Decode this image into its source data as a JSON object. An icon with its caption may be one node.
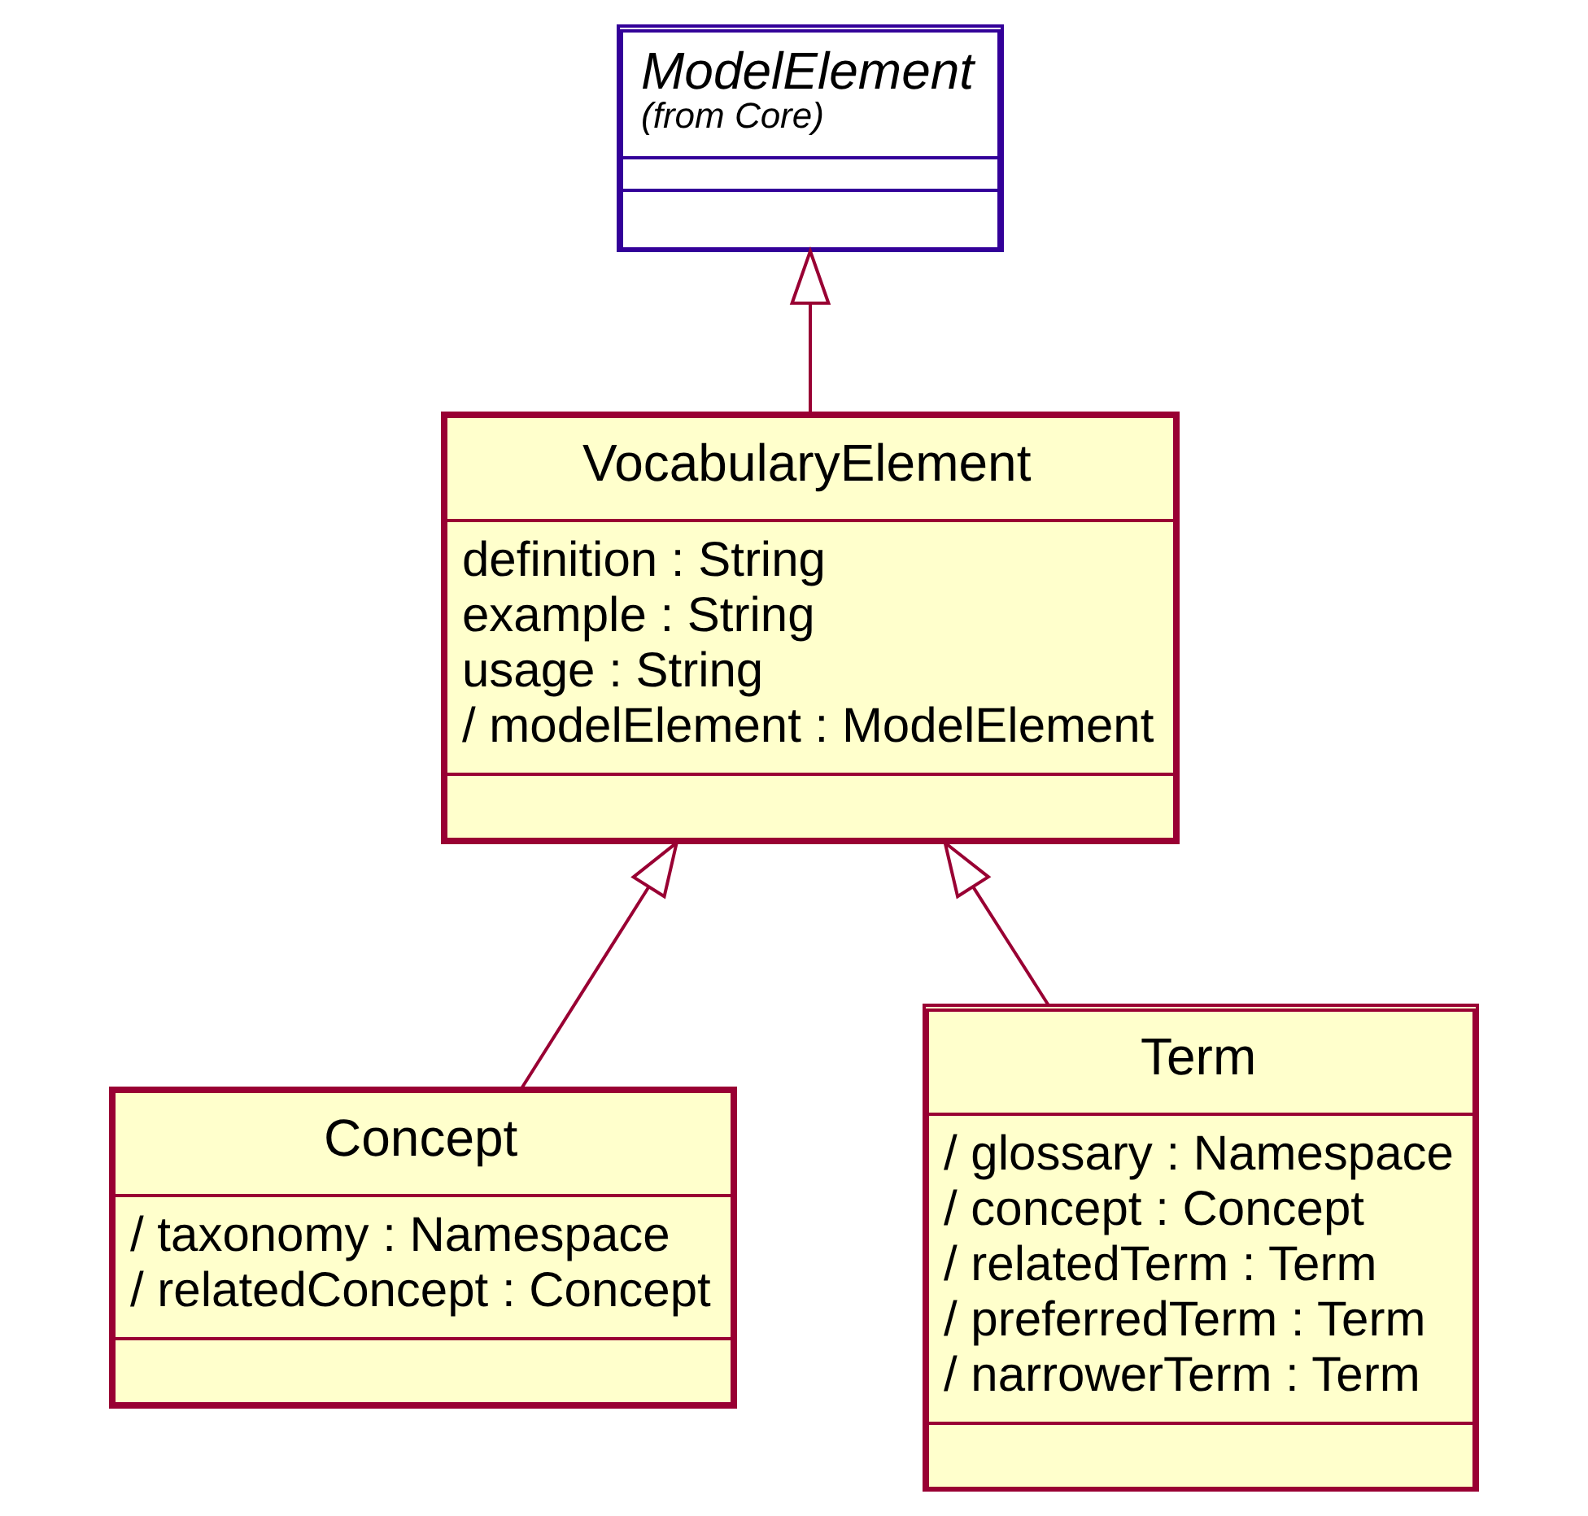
{
  "diagram": {
    "nodes": [
      {
        "text": [
          "ModelElement",
          "(from Core)"
        ]
      },
      {
        "text": [
          "VocabularyElement",
          "definition : String",
          "example : String",
          "usage : String",
          "/ modelElement : ModelElement"
        ]
      },
      {
        "text": [
          "Concept",
          "/ taxonomy : Namespace",
          "/ relatedConcept : Concept"
        ]
      },
      {
        "text": [
          "Term",
          "/ glossary : Namespace",
          "/ concept : Concept",
          "/ relatedTerm : Term",
          "/ preferredTerm : Term",
          "/ narrowerTerm : Term"
        ]
      }
    ],
    "edges": [
      {
        "from": 1,
        "to": 0,
        "arrow": "to"
      },
      {
        "from": 2,
        "to": 1,
        "arrow": "to"
      },
      {
        "from": 3,
        "to": 1,
        "arrow": "to"
      }
    ]
  }
}
